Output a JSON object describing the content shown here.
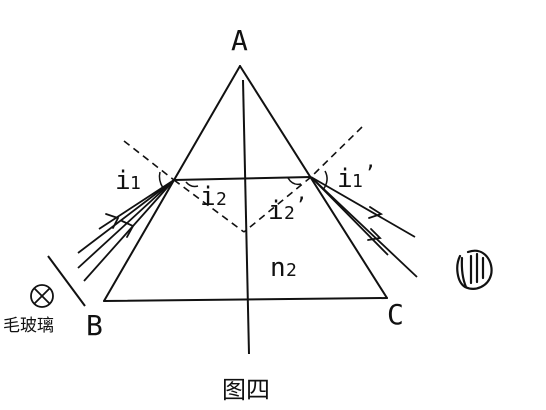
{
  "labels": {
    "vertex_a": "A",
    "vertex_b": "B",
    "vertex_c": "C",
    "angle_i1_main": "i",
    "angle_i1_sub": "1",
    "angle_i2_main": "i",
    "angle_i2_sub": "2",
    "angle_i1p_main": "i",
    "angle_i1p_sub": "1",
    "angle_i1p_prime": "’",
    "angle_i2p_main": "i",
    "angle_i2p_sub": "2",
    "angle_i2p_prime": "’",
    "index_main": "n",
    "index_sub": "2",
    "ground_glass": "毛玻璃",
    "caption": "图四"
  },
  "colors": {
    "ink": "#111111",
    "background": "#ffffff"
  },
  "icons": {
    "source": "ground-glass-source-icon",
    "observer_eye": "eye-icon"
  }
}
